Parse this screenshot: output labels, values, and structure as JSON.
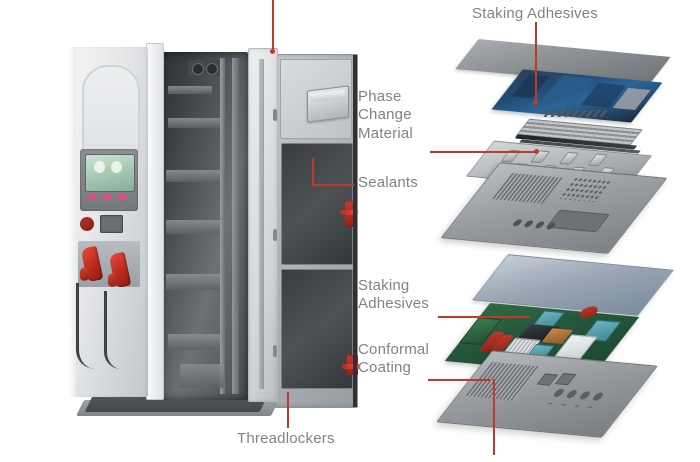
{
  "figure": {
    "title": "EV charging station adhesive and coating application points",
    "background_color": "#ffffff",
    "leader_color": "#c0392b",
    "label_color": "#808285"
  },
  "labels": [
    {
      "id": "staking-adhesives-top",
      "text": "Staking Adhesives",
      "lines": [
        "Staking Adhesives"
      ]
    },
    {
      "id": "phase-change-material",
      "text": "Phase Change Material",
      "lines": [
        "Phase",
        "Change",
        "Material"
      ]
    },
    {
      "id": "sealants",
      "text": "Sealants",
      "lines": [
        "Sealants"
      ]
    },
    {
      "id": "staking-adhesives-lower",
      "text": "Staking Adhesives",
      "lines": [
        "Staking",
        "Adhesives"
      ]
    },
    {
      "id": "conformal-coating",
      "text": "Conformal Coating",
      "lines": [
        "Conformal",
        "Coating"
      ]
    },
    {
      "id": "threadlockers",
      "text": "Threadlockers",
      "lines": [
        "Threadlockers"
      ]
    }
  ],
  "label_text": {
    "staking_adhesives_top": "Staking Adhesives",
    "phase_change_material": "Phase\nChange\nMaterial",
    "sealants": "Sealants",
    "staking_adhesives_lower": "Staking\nAdhesives",
    "conformal_coating": "Conformal\nCoating",
    "threadlockers": "Threadlockers"
  },
  "subjects": {
    "charger": {
      "name": "DC fast charging station",
      "state": "doors open",
      "connectors": 2,
      "connector_color": "#b7281c",
      "display_color": "#9fc4ad",
      "cabinet_color": "#dfe2e4",
      "base_pad_color": "#53565a"
    },
    "upper_module": {
      "name": "power conversion module exploded view",
      "layers": [
        "top cover plate",
        "blue power board",
        "fin stack",
        "phase change material sheet",
        "cold plate",
        "ventilated chassis"
      ]
    },
    "lower_module": {
      "name": "power supply module exploded view",
      "layers": [
        "cover lid",
        "green PCB with conformal coating",
        "finned chassis with fans"
      ]
    }
  }
}
